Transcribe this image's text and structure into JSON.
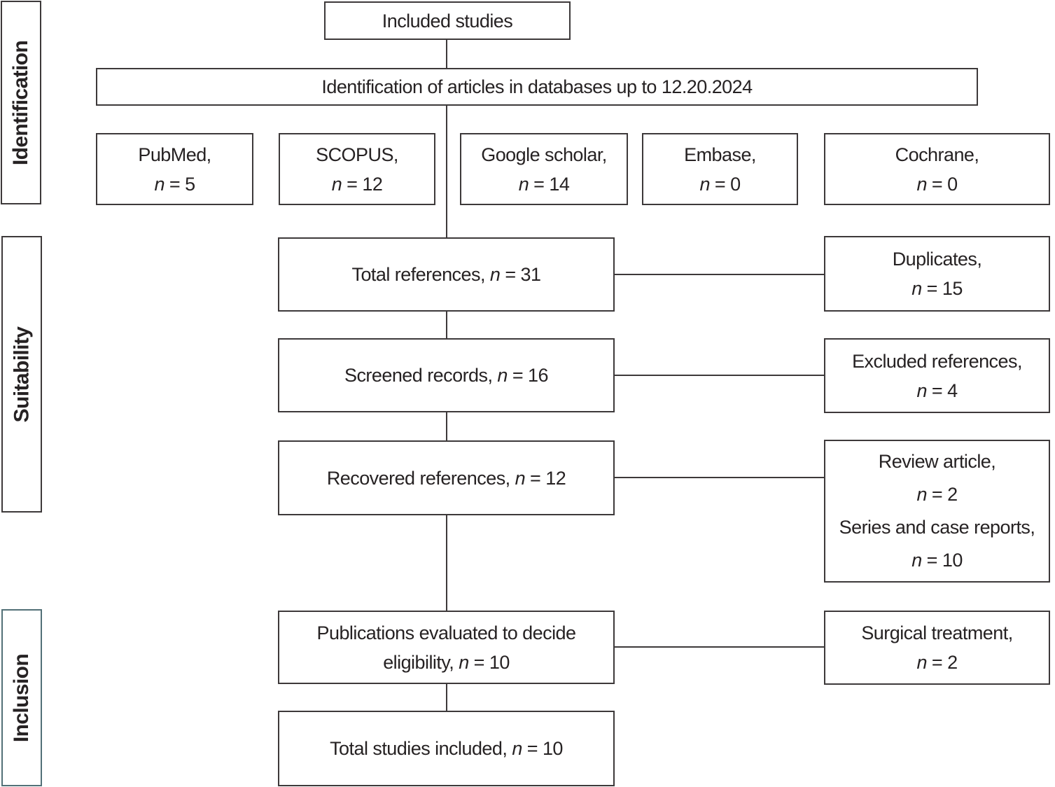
{
  "diagram": {
    "n_symbol": "n",
    "colors": {
      "box_border": "#3d393a",
      "text": "#262223",
      "inclusion_stage_border": "#527077",
      "background": "#ffffff"
    },
    "stages": {
      "identification": "Identification",
      "suitability": "Suitability",
      "inclusion": "Inclusion"
    },
    "boxes": {
      "included_studies": {
        "text": "Included studies"
      },
      "identification_banner": {
        "text": "Identification of articles in databases up to 12.20.2024"
      },
      "pubmed": {
        "label": "PubMed,",
        "count": " = 5"
      },
      "scopus": {
        "label": "SCOPUS,",
        "count": " = 12"
      },
      "google_scholar": {
        "label": "Google scholar,",
        "count": " = 14"
      },
      "embase": {
        "label": "Embase,",
        "count": " = 0"
      },
      "cochrane": {
        "label": "Cochrane,",
        "count": " = 0"
      },
      "total_references": {
        "prefix": "Total references, ",
        "count": " = 31"
      },
      "screened_records": {
        "prefix": "Screened records, ",
        "count": " = 16"
      },
      "recovered_references": {
        "prefix": "Recovered references, ",
        "count": " = 12"
      },
      "publications_evaluated": {
        "line1": "Publications evaluated to decide",
        "prefix": "eligibility, ",
        "count": " = 10"
      },
      "total_studies_included": {
        "prefix": "Total studies included, ",
        "count": " = 10"
      },
      "duplicates": {
        "label": "Duplicates,",
        "count": " = 15"
      },
      "excluded_references": {
        "label": "Excluded references,",
        "count": " = 4"
      },
      "review_and_series": {
        "label1": "Review article,",
        "count1": " = 2",
        "label2": "Series and case reports,",
        "count2": " = 10"
      },
      "surgical_treatment": {
        "label": "Surgical treatment,",
        "count": " = 2"
      }
    }
  }
}
